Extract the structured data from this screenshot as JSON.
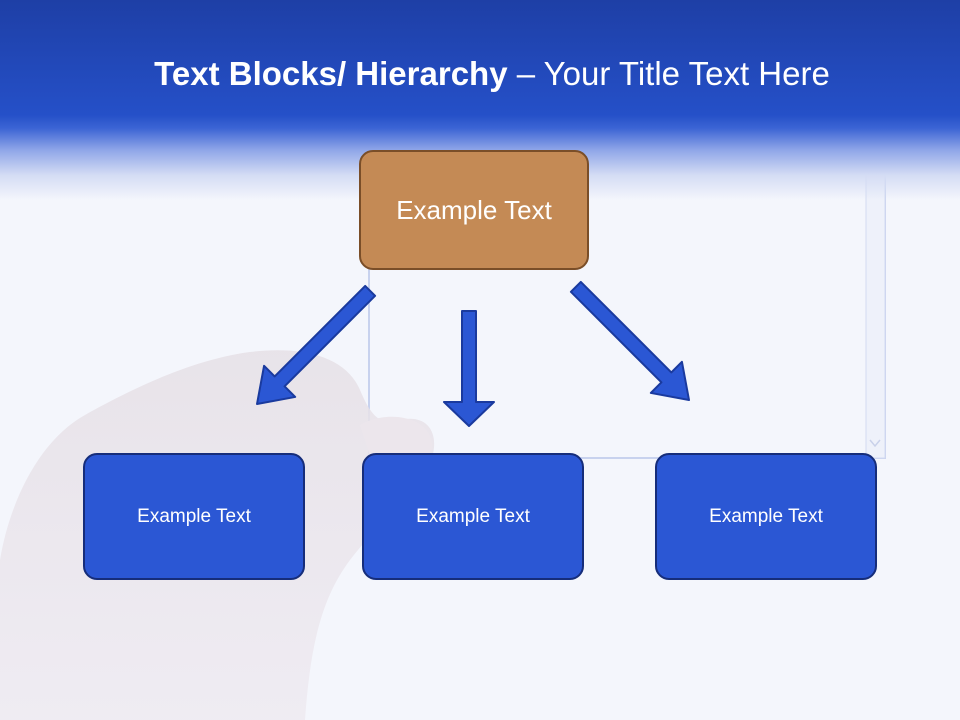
{
  "title": {
    "bold": "Text Blocks/ Hierarchy",
    "rest": " – Your Title Text Here"
  },
  "top_box": {
    "label": "Example Text"
  },
  "child_boxes": [
    {
      "label": "Example Text"
    },
    {
      "label": "Example Text"
    },
    {
      "label": "Example Text"
    }
  ],
  "colors": {
    "header": "#2550c8",
    "top_box_fill": "#c48a55",
    "top_box_border": "#7a4e28",
    "child_fill": "#2b57d4",
    "child_border": "#162d7a",
    "arrow_fill": "#2b57d4",
    "arrow_border": "#1a3a9e"
  }
}
